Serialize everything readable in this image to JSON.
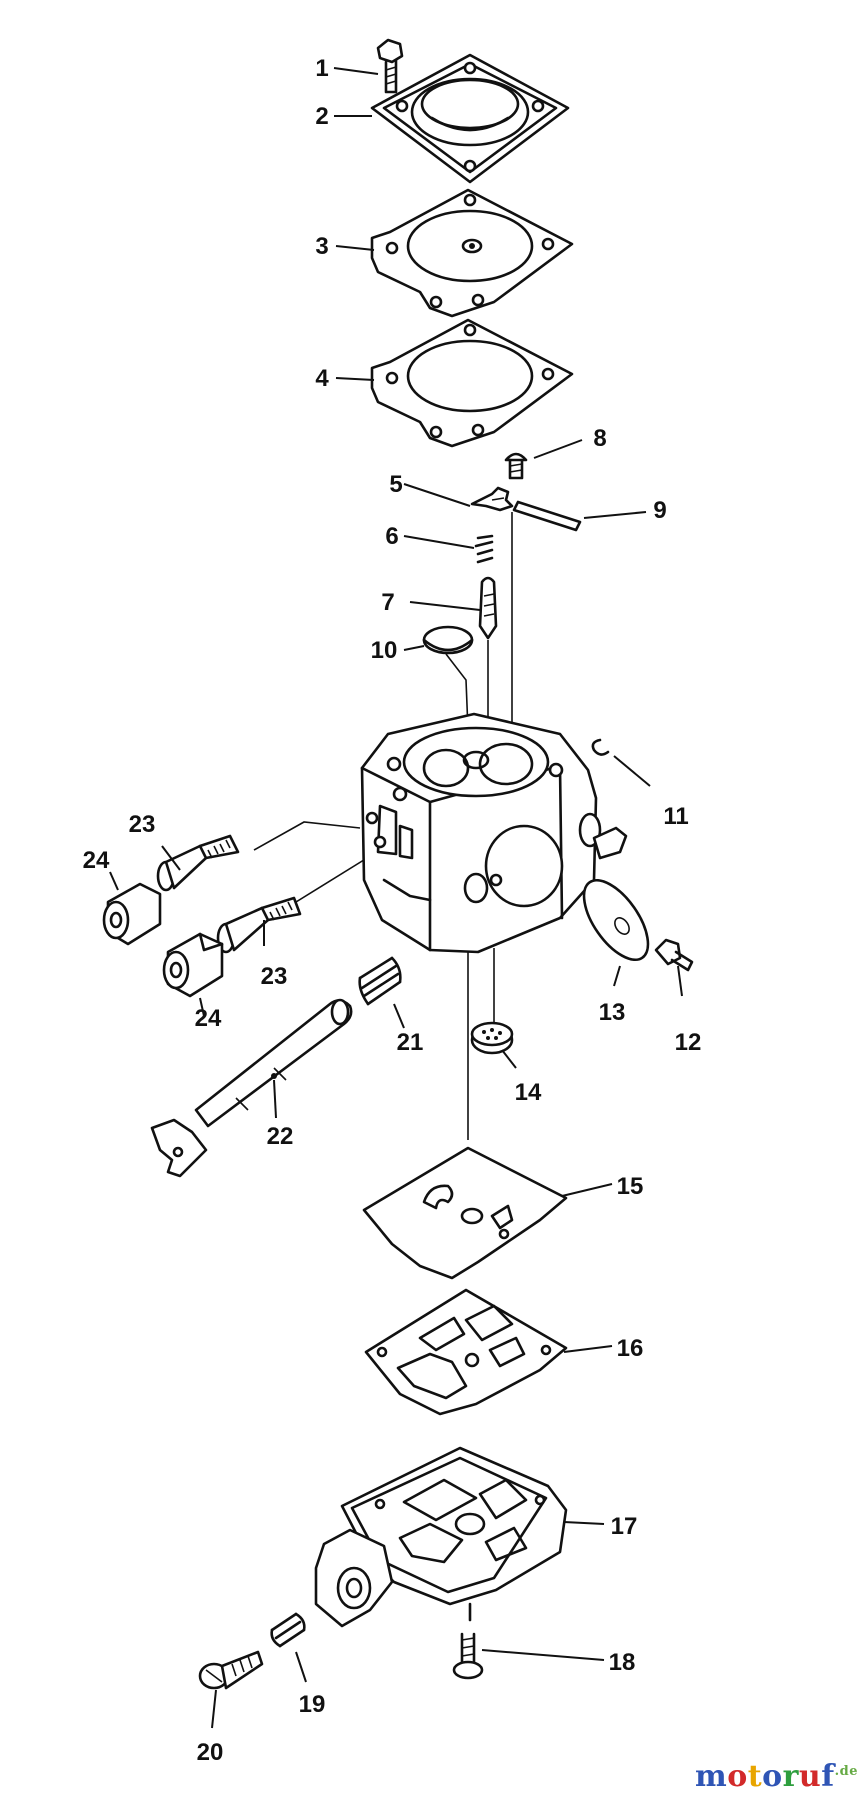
{
  "parts": [
    {
      "number": "1"
    },
    {
      "number": "2"
    },
    {
      "number": "3"
    },
    {
      "number": "4"
    },
    {
      "number": "5"
    },
    {
      "number": "6"
    },
    {
      "number": "7"
    },
    {
      "number": "8"
    },
    {
      "number": "9"
    },
    {
      "number": "10"
    },
    {
      "number": "11"
    },
    {
      "number": "12"
    },
    {
      "number": "13"
    },
    {
      "number": "14"
    },
    {
      "number": "15"
    },
    {
      "number": "16"
    },
    {
      "number": "17"
    },
    {
      "number": "18"
    },
    {
      "number": "19"
    },
    {
      "number": "20"
    },
    {
      "number": "21"
    },
    {
      "number": "22"
    },
    {
      "number": "23"
    },
    {
      "number": "23"
    },
    {
      "number": "24"
    },
    {
      "number": "24"
    }
  ],
  "watermark": {
    "letters": [
      "m",
      "o",
      "t",
      "o",
      "r",
      "u",
      "f"
    ],
    "suffix": ".de",
    "letter_colors": [
      "#2f55b5",
      "#d22a2a",
      "#e8a500",
      "#2f55b5",
      "#2e9e3e",
      "#d22a2a",
      "#2f55b5"
    ]
  }
}
